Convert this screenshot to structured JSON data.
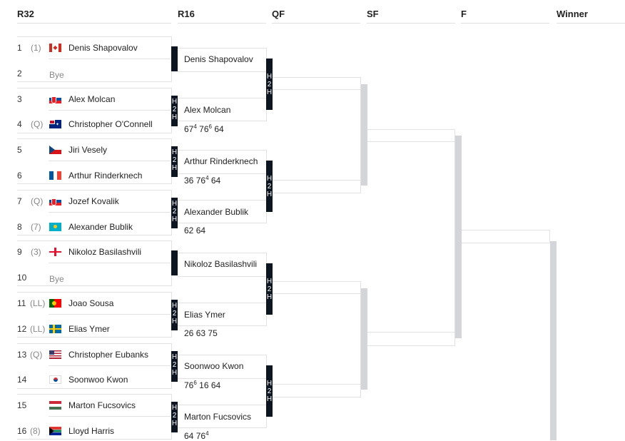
{
  "rounds": [
    "R32",
    "R16",
    "QF",
    "SF",
    "F",
    "Winner"
  ],
  "r32": [
    {
      "num": "1",
      "seed": "(1)",
      "name": "Denis Shapovalov",
      "flag": "can"
    },
    {
      "num": "2",
      "seed": "",
      "name": "Bye",
      "flag": ""
    },
    {
      "num": "3",
      "seed": "",
      "name": "Alex Molcan",
      "flag": "svk"
    },
    {
      "num": "4",
      "seed": "(Q)",
      "name": "Christopher O'Connell",
      "flag": "aus"
    },
    {
      "num": "5",
      "seed": "",
      "name": "Jiri Vesely",
      "flag": "cze"
    },
    {
      "num": "6",
      "seed": "",
      "name": "Arthur Rinderknech",
      "flag": "fra"
    },
    {
      "num": "7",
      "seed": "(Q)",
      "name": "Jozef Kovalik",
      "flag": "svk"
    },
    {
      "num": "8",
      "seed": "(7)",
      "name": "Alexander Bublik",
      "flag": "kaz"
    },
    {
      "num": "9",
      "seed": "(3)",
      "name": "Nikoloz Basilashvili",
      "flag": "geo"
    },
    {
      "num": "10",
      "seed": "",
      "name": "Bye",
      "flag": ""
    },
    {
      "num": "11",
      "seed": "(LL)",
      "name": "Joao Sousa",
      "flag": "por"
    },
    {
      "num": "12",
      "seed": "(LL)",
      "name": "Elias Ymer",
      "flag": "swe"
    },
    {
      "num": "13",
      "seed": "(Q)",
      "name": "Christopher Eubanks",
      "flag": "usa"
    },
    {
      "num": "14",
      "seed": "",
      "name": "Soonwoo Kwon",
      "flag": "kor"
    },
    {
      "num": "15",
      "seed": "",
      "name": "Marton Fucsovics",
      "flag": "hun"
    },
    {
      "num": "16",
      "seed": "(8)",
      "name": "Lloyd Harris",
      "flag": "rsa"
    }
  ],
  "h2h_label": [
    "H",
    "2",
    "H"
  ],
  "r16": [
    {
      "name": "Denis Shapovalov",
      "score": []
    },
    {
      "name": "Alex Molcan",
      "score": [
        [
          "67",
          "4"
        ],
        [
          "76",
          "6"
        ],
        [
          "64",
          ""
        ]
      ]
    },
    {
      "name": "Arthur Rinderknech",
      "score": [
        [
          "36",
          ""
        ],
        [
          "76",
          "4"
        ],
        [
          "64",
          ""
        ]
      ]
    },
    {
      "name": "Alexander Bublik",
      "score": [
        [
          "62",
          ""
        ],
        [
          "64",
          ""
        ]
      ]
    },
    {
      "name": "Nikoloz Basilashvili",
      "score": []
    },
    {
      "name": "Elias Ymer",
      "score": [
        [
          "26",
          ""
        ],
        [
          "63",
          ""
        ],
        [
          "75",
          ""
        ]
      ]
    },
    {
      "name": "Soonwoo Kwon",
      "score": [
        [
          "76",
          "6"
        ],
        [
          "16",
          ""
        ],
        [
          "64",
          ""
        ]
      ]
    },
    {
      "name": "Marton Fucsovics",
      "score": [
        [
          "64",
          ""
        ],
        [
          "76",
          "4"
        ]
      ]
    }
  ]
}
